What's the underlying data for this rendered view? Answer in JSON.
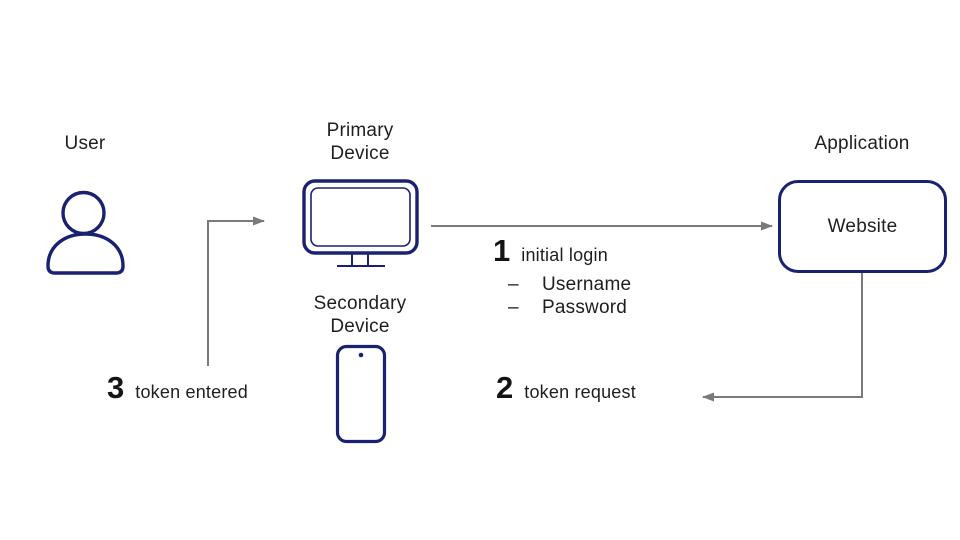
{
  "colors": {
    "navy": "#1a2170",
    "arrow_gray": "#7a7a7a",
    "text": "#1e1e1e"
  },
  "nodes": {
    "user": {
      "label": "User",
      "icon": "person-outline-icon"
    },
    "primary_device": {
      "label": "Primary Device",
      "icon": "desktop-monitor-icon"
    },
    "secondary_device": {
      "label": "Secondary Device",
      "icon": "smartphone-icon"
    },
    "application": {
      "label": "Application",
      "box_label": "Website"
    }
  },
  "steps": {
    "step1": {
      "number": "1",
      "label": "initial login",
      "bullet": "–",
      "details": [
        "Username",
        "Password"
      ]
    },
    "step2": {
      "number": "2",
      "label": "token request"
    },
    "step3": {
      "number": "3",
      "label": "token entered"
    }
  },
  "arrows": {
    "user_to_primary": "user to primary device",
    "primary_to_website": "primary device to website",
    "website_to_user": "website token request"
  }
}
